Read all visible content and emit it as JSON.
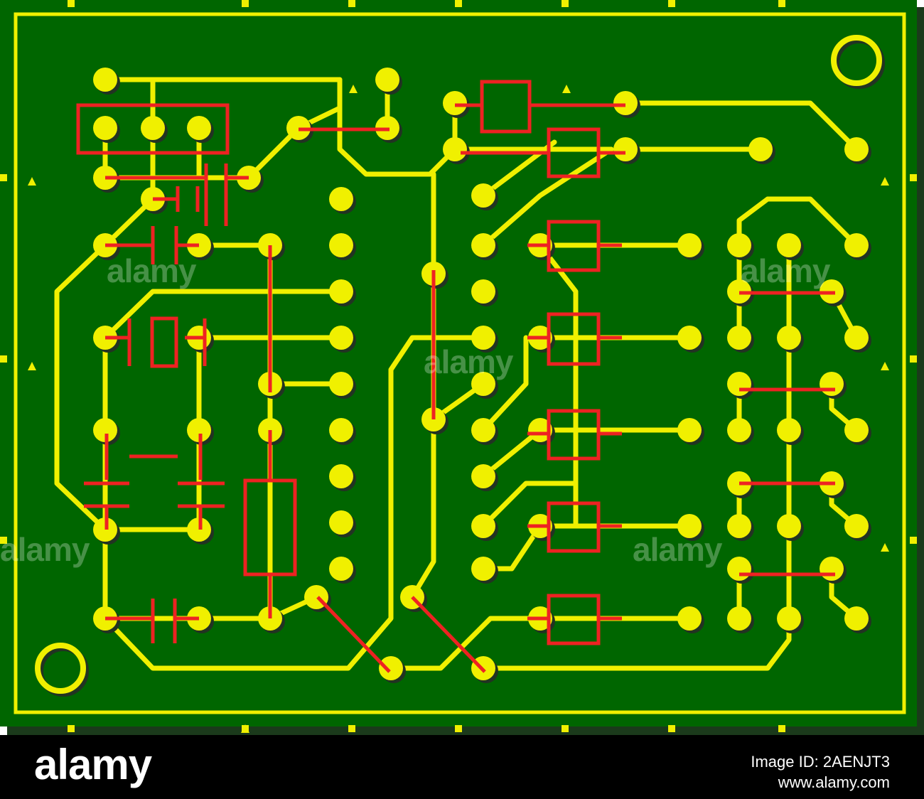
{
  "colors": {
    "board": "#006600",
    "board_shadow": "#1b3a1b",
    "copper": "#f0f000",
    "silk": "#ee2222",
    "pad_shadow": "#223322",
    "footer": "#000000"
  },
  "footer": {
    "logo": "alamy",
    "image_id": "Image ID: 2AENJT3",
    "site": "www.alamy.com"
  },
  "watermark": {
    "text": "alamy"
  }
}
